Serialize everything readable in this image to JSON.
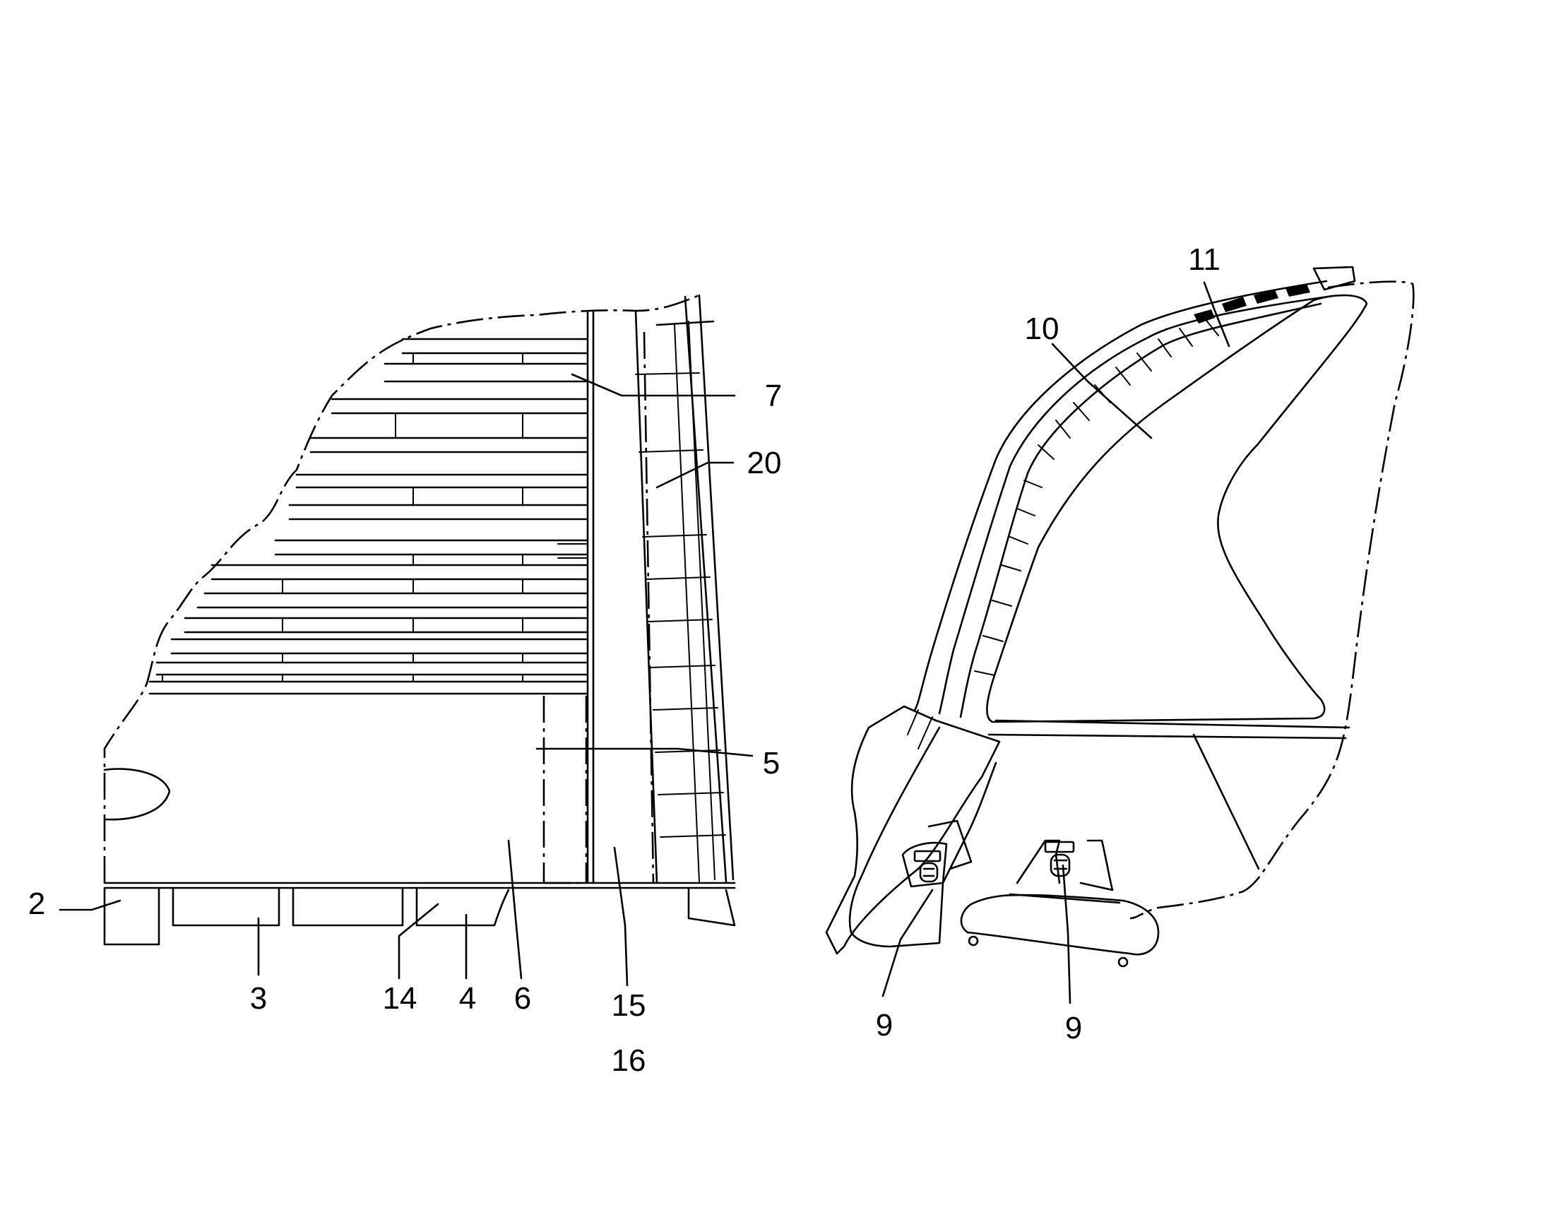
{
  "labels": {
    "l2": "2",
    "l3": "3",
    "l14": "14",
    "l4": "4",
    "l6": "6",
    "l15": "15",
    "l16": "16",
    "l7": "7",
    "l20": "20",
    "l5": "5",
    "l10": "10",
    "l11": "11",
    "l9a": "9",
    "l9b": "9"
  }
}
